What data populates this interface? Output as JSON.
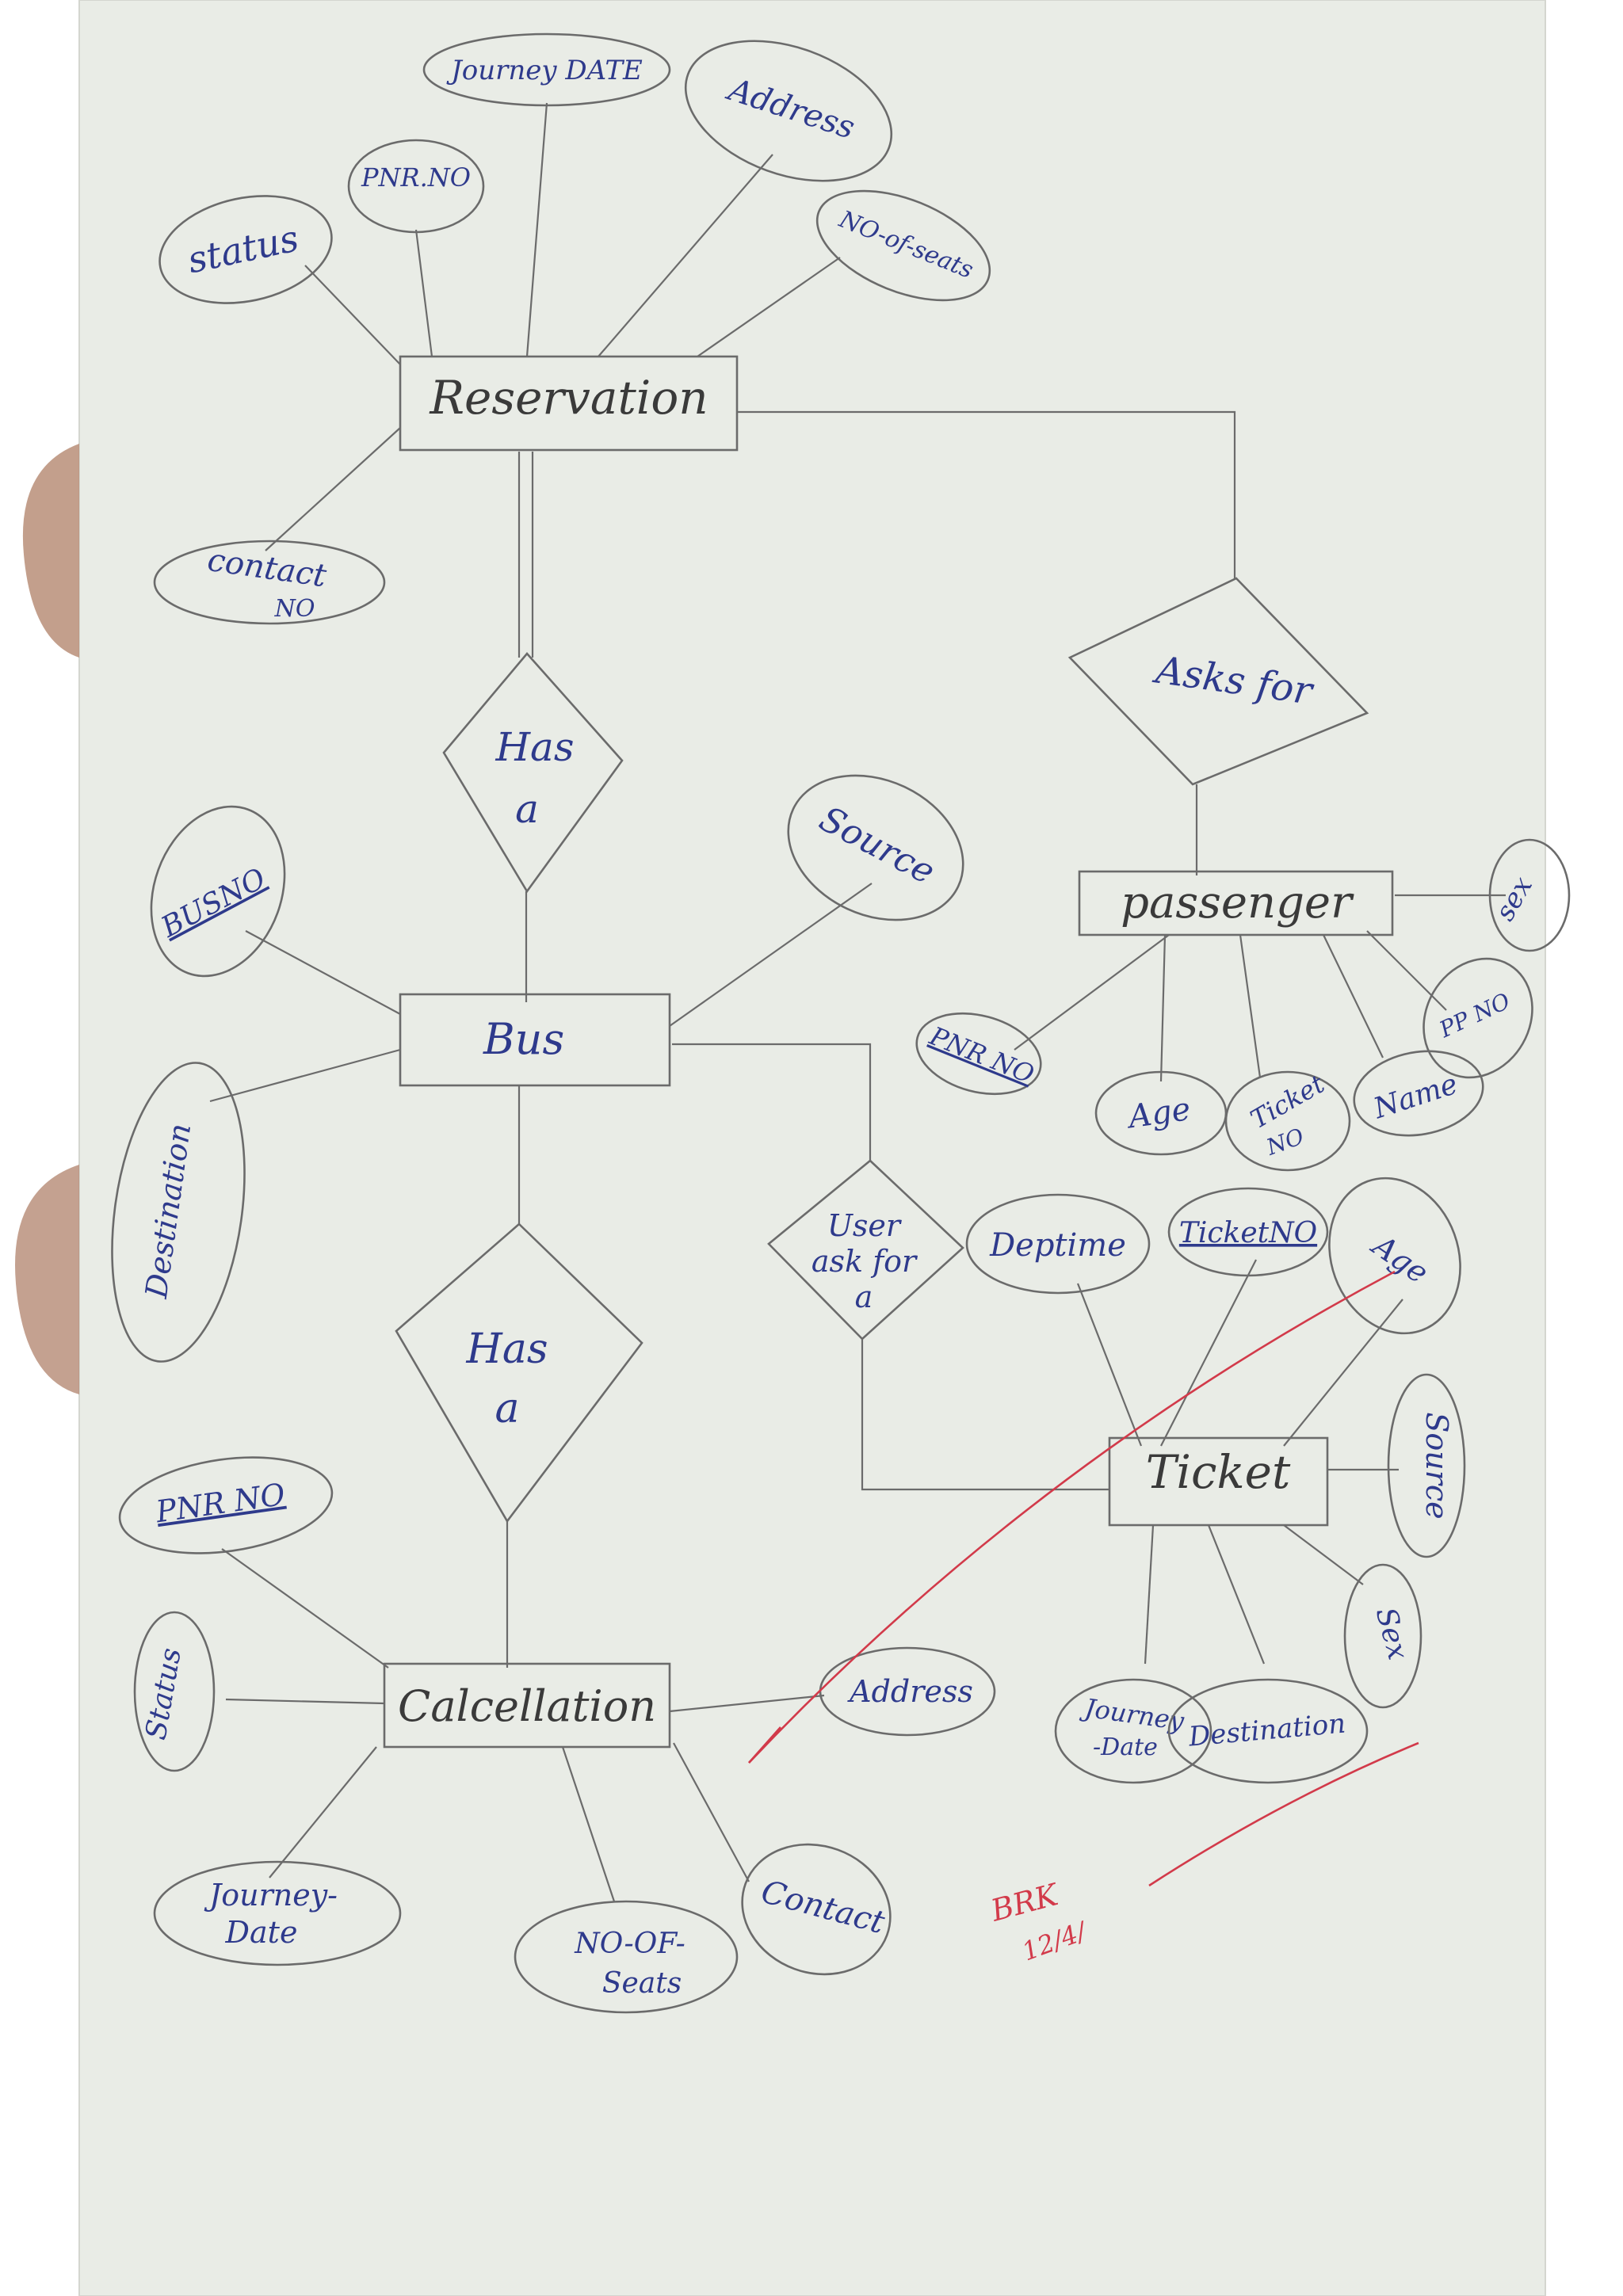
{
  "diagram": {
    "entities": {
      "reservation": "Reservation",
      "bus": "Bus",
      "passenger": "passenger",
      "ticket": "Ticket",
      "cancellation": "Calcellation"
    },
    "relationships": {
      "has_a_top": [
        "Has",
        "a"
      ],
      "has_a_bottom": [
        "Has",
        "a"
      ],
      "asks_for": "Asks for",
      "user_ask_for": [
        "User",
        "ask for",
        "a"
      ]
    },
    "attributes": {
      "reservation": {
        "journey_date": "Journey DATE",
        "address": "Address",
        "pnr_no": "PNR.NO",
        "status": "status",
        "no_of_seats": "NO-of-seats",
        "contact_no": [
          "contact",
          "NO"
        ]
      },
      "bus": {
        "bus_no": "BUSNO",
        "source": "Source",
        "destination": "Destination"
      },
      "passenger": {
        "sex": "sex",
        "pp_no": "PP NO",
        "pnr_no": "PNR NO",
        "age": "Age",
        "ticket_no": [
          "Ticket",
          "NO"
        ],
        "name": "Name"
      },
      "ticket": {
        "dep_time": "Deptime",
        "ticket_no": "TicketNO",
        "age": "Age",
        "source": "Source",
        "sex": "Sex",
        "journey_date": [
          "Journey",
          "-Date"
        ],
        "destination": "Destination"
      },
      "cancellation": {
        "pnr_no": "PNR NO",
        "status": "Status",
        "address": "Address",
        "journey_date": [
          "Journey-",
          "Date"
        ],
        "no_of_seats": [
          "NO-OF-",
          "Seats"
        ],
        "contact": "Contact"
      }
    },
    "annotation": {
      "signature": [
        "BRK",
        "12/4/"
      ],
      "ink_color": "#d23a4a",
      "handwriting_color": "#2e3a8c"
    }
  }
}
